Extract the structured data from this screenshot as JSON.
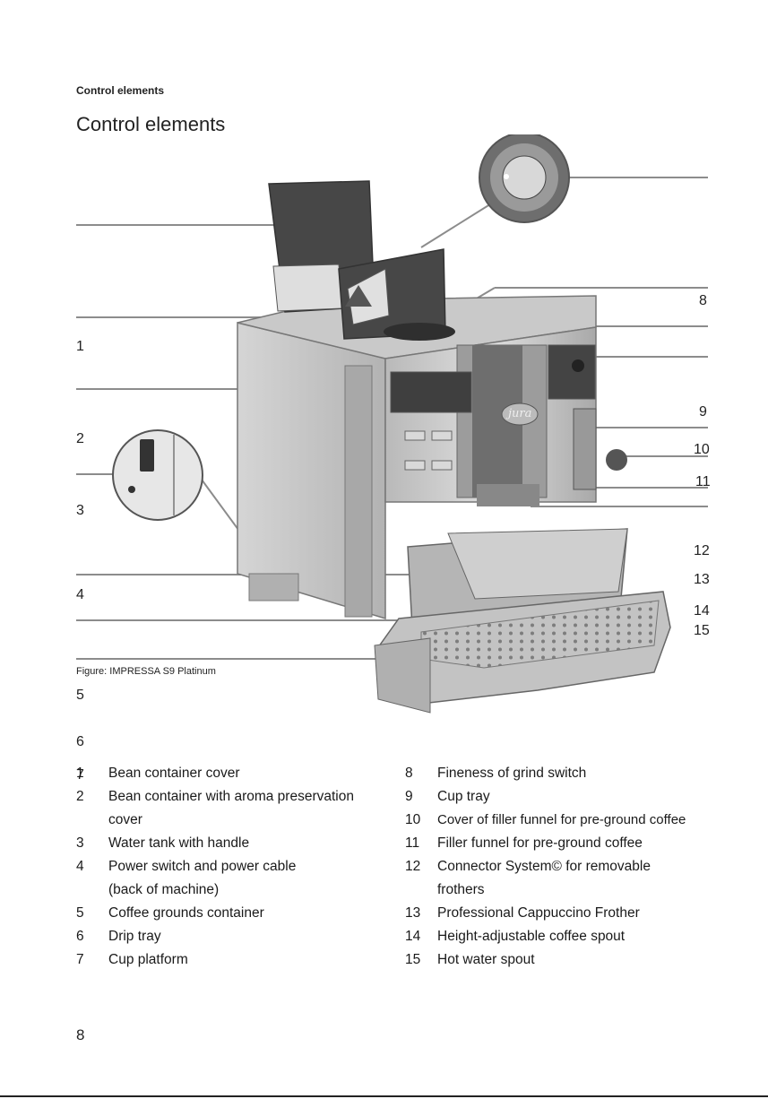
{
  "header": {
    "running_title": "Control elements"
  },
  "page_title": "Control elements",
  "figure": {
    "callouts": [
      "1",
      "2",
      "3",
      "4",
      "5",
      "6",
      "7",
      "8",
      "9",
      "10",
      "11",
      "12",
      "13",
      "14",
      "15"
    ],
    "brand_logo": "jura",
    "caption": "Figure: IMPRESSA S9 Platinum"
  },
  "legend": {
    "left": [
      {
        "num": "1",
        "text": "Bean container cover"
      },
      {
        "num": "2",
        "text": "Bean container with aroma preservation cover"
      },
      {
        "num": "3",
        "text": "Water tank with handle"
      },
      {
        "num": "4",
        "text": "Power switch and power cable (back of machine)"
      },
      {
        "num": "5",
        "text": "Coffee grounds container"
      },
      {
        "num": "6",
        "text": "Drip tray"
      },
      {
        "num": "7",
        "text": "Cup platform"
      }
    ],
    "right": [
      {
        "num": "8",
        "text": "Fineness of grind switch"
      },
      {
        "num": "9",
        "text": "Cup tray"
      },
      {
        "num": "10",
        "text": "Cover of filler funnel for pre-ground coffee"
      },
      {
        "num": "11",
        "text": "Filler funnel for pre-ground coffee"
      },
      {
        "num": "12",
        "text": "Connector System© for removable frothers"
      },
      {
        "num": "13",
        "text": "Professional Cappuccino Frother"
      },
      {
        "num": "14",
        "text": "Height-adjustable coffee spout"
      },
      {
        "num": "15",
        "text": "Hot water spout"
      }
    ]
  },
  "page_number": "8"
}
